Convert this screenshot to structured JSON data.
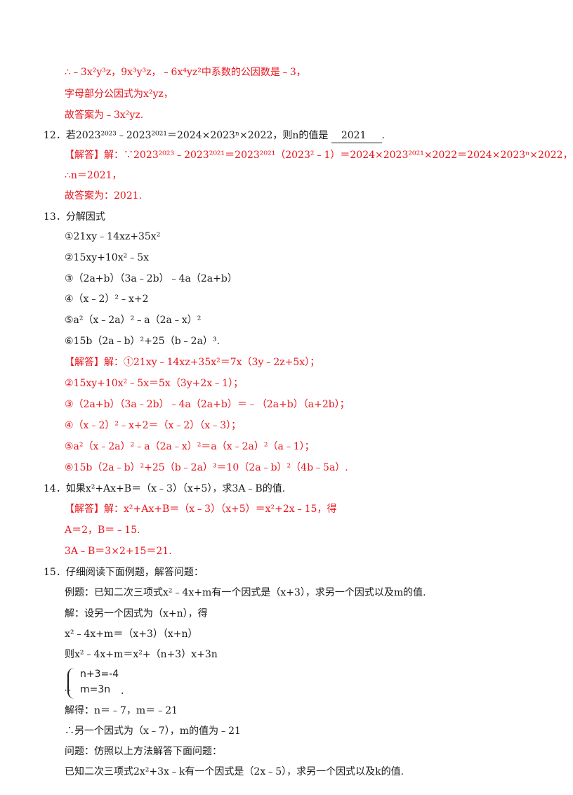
{
  "q11": {
    "l1": "∴﹣3x²y³z，9x³y³z，﹣6x⁴yz²中系数的公因数是﹣3，",
    "l2": "字母部分公因式为x²yz，",
    "l3": "故答案为﹣3x²yz."
  },
  "q12": {
    "stem_pre": "12．若2023²⁰²³﹣2023²⁰²¹＝2024×2023ⁿ×2022，则n的值是",
    "answer_blank": "2021",
    "stem_post": ".",
    "sol1": "【解答】解：∵2023²⁰²³﹣2023²⁰²¹＝2023²⁰²¹（2023²﹣1）＝2024×2023²⁰²¹×2022＝2024×2023ⁿ×2022，",
    "sol2": "∴n＝2021，",
    "sol3": "故答案为：2021."
  },
  "q13": {
    "stem": "13．分解因式",
    "items": [
      "①21xy﹣14xz+35x²",
      "②15xy+10x²﹣5x",
      "③（2a+b）（3a﹣2b）﹣4a（2a+b）",
      "④（x﹣2）²﹣x+2",
      "⑤a²（x﹣2a）²﹣a（2a﹣x）²",
      "⑥15b（2a﹣b）²+25（b﹣2a）³."
    ],
    "solutions": [
      "【解答】解：①21xy﹣14xz+35x²＝7x（3y﹣2z+5x）；",
      "②15xy+10x²﹣5x＝5x（3y+2x﹣1）；",
      "③（2a+b）（3a﹣2b）﹣4a（2a+b）＝﹣（2a+b）（a+2b）；",
      "④（x﹣2）²﹣x+2＝（x﹣2）（x﹣3）；",
      "⑤a²（x﹣2a）²﹣a（2a﹣x）²＝a（x﹣2a）²（a﹣1）；",
      "⑥15b（2a﹣b）²+25（b﹣2a）³＝10（2a﹣b）²（4b﹣5a）."
    ]
  },
  "q14": {
    "stem": "14．如果x²+Ax+B＝（x﹣3）（x+5），求3A﹣B的值.",
    "sol1": "【解答】解：x²+Ax+B＝（x﹣3）（x+5）＝x²+2x﹣15，得",
    "sol2": "A＝2，B＝﹣15.",
    "sol3": "3A﹣B＝3×2+15＝21."
  },
  "q15": {
    "stem": "15．仔细阅读下面例题，解答问题：",
    "ex1": "例题：已知二次三项式x²﹣4x+m有一个因式是（x+3），求另一个因式以及m的值.",
    "ex2": "解：设另一个因式为（x+n），得",
    "ex3": "x²﹣4x+m＝（x+3）（x+n）",
    "ex4": "则x²﹣4x+m＝x²+（n+3）x+3n",
    "therefore": "∴",
    "sys_row1": "n+3=-4",
    "sys_row2": "m=3n",
    "sys_end": ".",
    "ex5": "解得：n＝﹣7，m＝﹣21",
    "ex6": "∴另一个因式为（x﹣7），m的值为﹣21",
    "problem": "问题：仿照以上方法解答下面问题：",
    "task": "已知二次三项式2x²+3x﹣k有一个因式是（2x﹣5），求另一个因式以及k的值."
  }
}
